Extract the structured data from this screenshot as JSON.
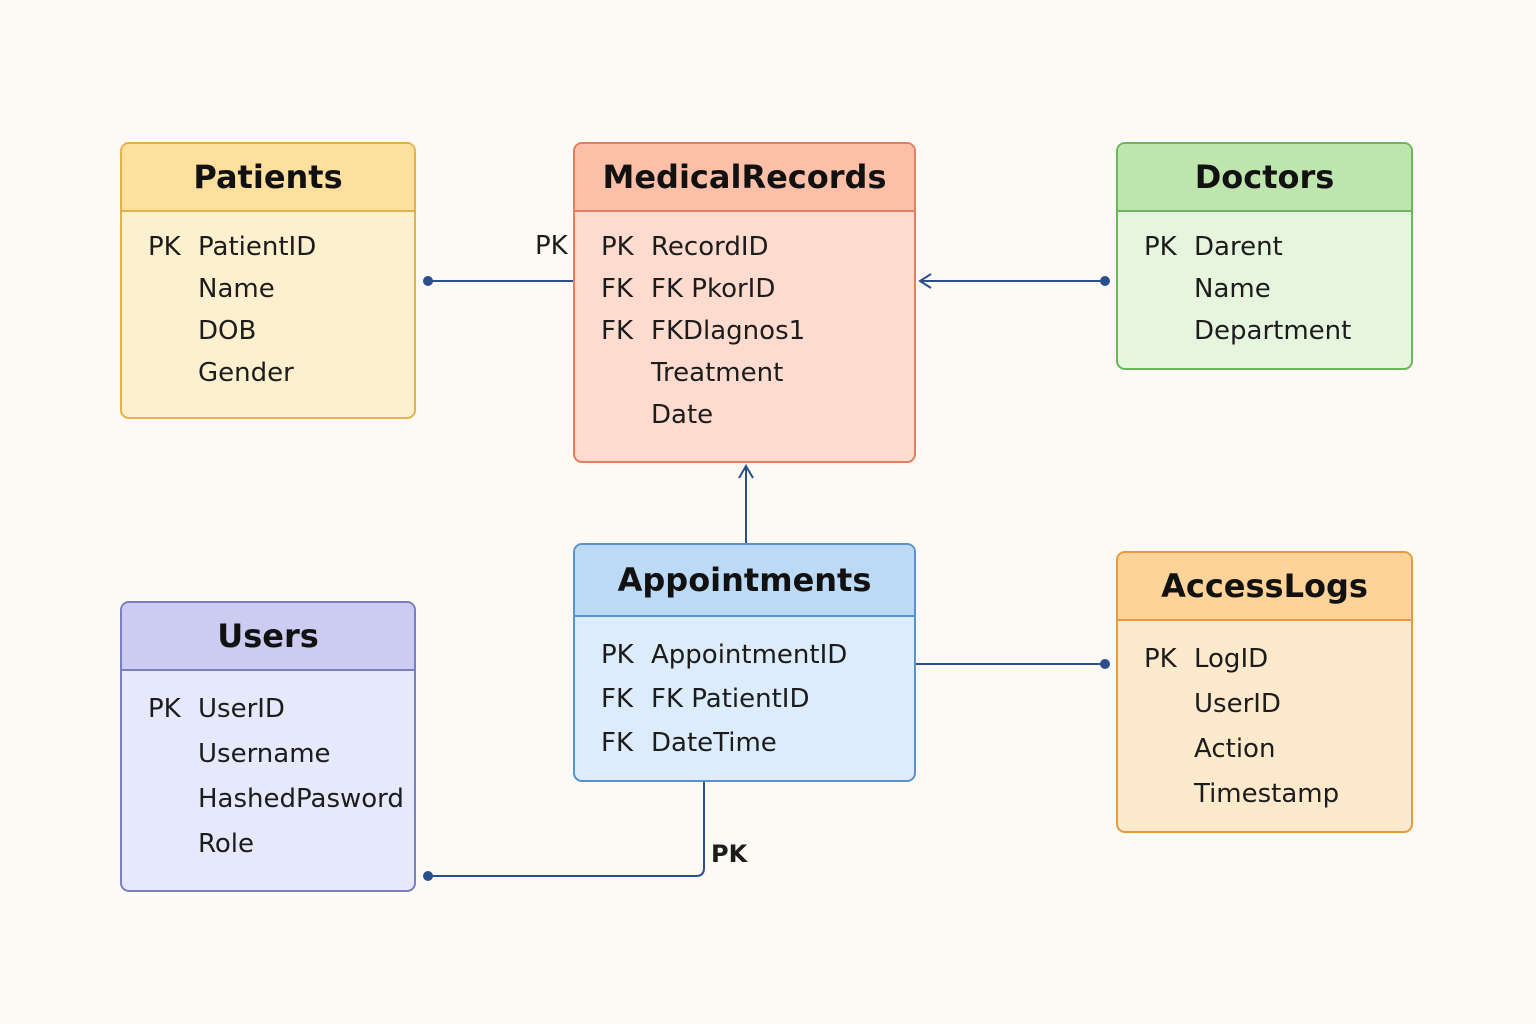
{
  "entities": {
    "patients": {
      "title": "Patients",
      "fields": [
        {
          "key": "PK",
          "name": "PatientID"
        },
        {
          "key": "",
          "name": "Name"
        },
        {
          "key": "",
          "name": "DOB"
        },
        {
          "key": "",
          "name": "Gender"
        }
      ]
    },
    "medicalrecords": {
      "title": "MedicalRecords",
      "fields": [
        {
          "key": "PK",
          "name": "RecordID"
        },
        {
          "key": "FK",
          "name": "FK PkorID"
        },
        {
          "key": "FK",
          "name": "FKDlagnos1"
        },
        {
          "key": "",
          "name": "Treatment"
        },
        {
          "key": "",
          "name": "Date"
        }
      ]
    },
    "doctors": {
      "title": "Doctors",
      "fields": [
        {
          "key": "PK",
          "name": "Darent"
        },
        {
          "key": "",
          "name": "Name"
        },
        {
          "key": "",
          "name": "Department"
        }
      ]
    },
    "appointments": {
      "title": "Appointments",
      "fields": [
        {
          "key": "PK",
          "name": "AppointmentID"
        },
        {
          "key": "FK",
          "name": "FK PatientID"
        },
        {
          "key": "FK",
          "name": "DateTime"
        }
      ]
    },
    "users": {
      "title": "Users",
      "fields": [
        {
          "key": "PK",
          "name": "UserID"
        },
        {
          "key": "",
          "name": "Username"
        },
        {
          "key": "",
          "name": "HashedPasword"
        },
        {
          "key": "",
          "name": "Role"
        }
      ]
    },
    "accesslogs": {
      "title": "AccessLogs",
      "fields": [
        {
          "key": "PK",
          "name": "LogID"
        },
        {
          "key": "",
          "name": "UserID"
        },
        {
          "key": "",
          "name": "Action"
        },
        {
          "key": "",
          "name": "Timestamp"
        }
      ]
    }
  },
  "edge_labels": {
    "patients_to_records": "PK",
    "users_to_appointments": "PK"
  },
  "colors": {
    "connector": "#2b4f8c",
    "background": "#fdfaf5"
  }
}
